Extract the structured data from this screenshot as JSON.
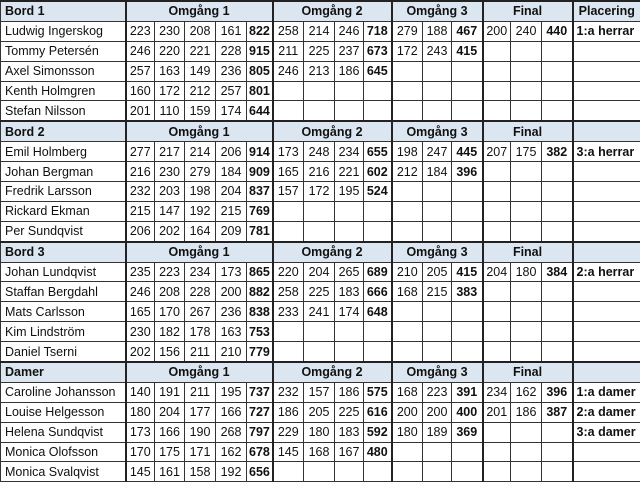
{
  "headers": {
    "round1": "Omgång 1",
    "round2": "Omgång 2",
    "round3": "Omgång 3",
    "final": "Final",
    "placement": "Placering"
  },
  "groups": [
    {
      "title": "Bord 1",
      "show_placement_header": true,
      "players": [
        {
          "name": "Ludwig Ingerskog",
          "r1": [
            "223",
            "230",
            "208",
            "161"
          ],
          "r1_total": "822",
          "r2": [
            "258",
            "214",
            "246"
          ],
          "r2_total": "718",
          "r3": [
            "279",
            "188"
          ],
          "r3_total": "467",
          "final": [
            "200",
            "240"
          ],
          "final_total": "440",
          "placement": "1:a herrar"
        },
        {
          "name": "Tommy Petersén",
          "r1": [
            "246",
            "220",
            "221",
            "228"
          ],
          "r1_total": "915",
          "r2": [
            "211",
            "225",
            "237"
          ],
          "r2_total": "673",
          "r3": [
            "172",
            "243"
          ],
          "r3_total": "415",
          "final": [
            "",
            "",
            ""
          ],
          "final_total": "",
          "placement": ""
        },
        {
          "name": "Axel Simonsson",
          "r1": [
            "257",
            "163",
            "149",
            "236"
          ],
          "r1_total": "805",
          "r2": [
            "246",
            "213",
            "186"
          ],
          "r2_total": "645",
          "r3": [
            "",
            ""
          ],
          "r3_total": "",
          "final": [
            "",
            ""
          ],
          "final_total": "",
          "placement": ""
        },
        {
          "name": "Kenth Holmgren",
          "r1": [
            "160",
            "172",
            "212",
            "257"
          ],
          "r1_total": "801",
          "r2": [
            "",
            "",
            ""
          ],
          "r2_total": "",
          "r3": [
            "",
            ""
          ],
          "r3_total": "",
          "final": [
            "",
            ""
          ],
          "final_total": "",
          "placement": ""
        },
        {
          "name": "Stefan Nilsson",
          "r1": [
            "201",
            "110",
            "159",
            "174"
          ],
          "r1_total": "644",
          "r2": [
            "",
            "",
            ""
          ],
          "r2_total": "",
          "r3": [
            "",
            ""
          ],
          "r3_total": "",
          "final": [
            "",
            ""
          ],
          "final_total": "",
          "placement": ""
        }
      ]
    },
    {
      "title": "Bord 2",
      "show_placement_header": false,
      "players": [
        {
          "name": "Emil Holmberg",
          "r1": [
            "277",
            "217",
            "214",
            "206"
          ],
          "r1_total": "914",
          "r2": [
            "173",
            "248",
            "234"
          ],
          "r2_total": "655",
          "r3": [
            "198",
            "247"
          ],
          "r3_total": "445",
          "final": [
            "207",
            "175"
          ],
          "final_total": "382",
          "placement": "3:a herrar"
        },
        {
          "name": "Johan Bergman",
          "r1": [
            "216",
            "230",
            "279",
            "184"
          ],
          "r1_total": "909",
          "r2": [
            "165",
            "216",
            "221"
          ],
          "r2_total": "602",
          "r3": [
            "212",
            "184"
          ],
          "r3_total": "396",
          "final": [
            "",
            ""
          ],
          "final_total": "",
          "placement": ""
        },
        {
          "name": "Fredrik Larsson",
          "r1": [
            "232",
            "203",
            "198",
            "204"
          ],
          "r1_total": "837",
          "r2": [
            "157",
            "172",
            "195"
          ],
          "r2_total": "524",
          "r3": [
            "",
            ""
          ],
          "r3_total": "",
          "final": [
            "",
            ""
          ],
          "final_total": "",
          "placement": ""
        },
        {
          "name": "Rickard Ekman",
          "r1": [
            "215",
            "147",
            "192",
            "215"
          ],
          "r1_total": "769",
          "r2": [
            "",
            "",
            ""
          ],
          "r2_total": "",
          "r3": [
            "",
            ""
          ],
          "r3_total": "",
          "final": [
            "",
            ""
          ],
          "final_total": "",
          "placement": ""
        },
        {
          "name": "Per Sundqvist",
          "r1": [
            "206",
            "202",
            "164",
            "209"
          ],
          "r1_total": "781",
          "r2": [
            "",
            "",
            ""
          ],
          "r2_total": "",
          "r3": [
            "",
            ""
          ],
          "r3_total": "",
          "final": [
            "",
            ""
          ],
          "final_total": "",
          "placement": ""
        }
      ]
    },
    {
      "title": "Bord 3",
      "show_placement_header": false,
      "players": [
        {
          "name": "Johan Lundqvist",
          "r1": [
            "235",
            "223",
            "234",
            "173"
          ],
          "r1_total": "865",
          "r2": [
            "220",
            "204",
            "265"
          ],
          "r2_total": "689",
          "r3": [
            "210",
            "205"
          ],
          "r3_total": "415",
          "final": [
            "204",
            "180"
          ],
          "final_total": "384",
          "placement": "2:a herrar"
        },
        {
          "name": "Staffan Bergdahl",
          "r1": [
            "246",
            "208",
            "228",
            "200"
          ],
          "r1_total": "882",
          "r2": [
            "258",
            "225",
            "183"
          ],
          "r2_total": "666",
          "r3": [
            "168",
            "215"
          ],
          "r3_total": "383",
          "final": [
            "",
            ""
          ],
          "final_total": "",
          "placement": ""
        },
        {
          "name": "Mats Carlsson",
          "r1": [
            "165",
            "170",
            "267",
            "236"
          ],
          "r1_total": "838",
          "r2": [
            "233",
            "241",
            "174"
          ],
          "r2_total": "648",
          "r3": [
            "",
            ""
          ],
          "r3_total": "",
          "final": [
            "",
            ""
          ],
          "final_total": "",
          "placement": ""
        },
        {
          "name": "Kim Lindström",
          "r1": [
            "230",
            "182",
            "178",
            "163"
          ],
          "r1_total": "753",
          "r2": [
            "",
            "",
            ""
          ],
          "r2_total": "",
          "r3": [
            "",
            ""
          ],
          "r3_total": "",
          "final": [
            "",
            ""
          ],
          "final_total": "",
          "placement": ""
        },
        {
          "name": "Daniel Tserni",
          "r1": [
            "202",
            "156",
            "211",
            "210"
          ],
          "r1_total": "779",
          "r2": [
            "",
            "",
            ""
          ],
          "r2_total": "",
          "r3": [
            "",
            ""
          ],
          "r3_total": "",
          "final": [
            "",
            ""
          ],
          "final_total": "",
          "placement": ""
        }
      ]
    },
    {
      "title": "Damer",
      "show_placement_header": false,
      "players": [
        {
          "name": "Caroline Johansson",
          "r1": [
            "140",
            "191",
            "211",
            "195"
          ],
          "r1_total": "737",
          "r2": [
            "232",
            "157",
            "186"
          ],
          "r2_total": "575",
          "r3": [
            "168",
            "223"
          ],
          "r3_total": "391",
          "final": [
            "234",
            "162"
          ],
          "final_total": "396",
          "placement": "1:a damer"
        },
        {
          "name": "Louise Helgesson",
          "r1": [
            "180",
            "204",
            "177",
            "166"
          ],
          "r1_total": "727",
          "r2": [
            "186",
            "205",
            "225"
          ],
          "r2_total": "616",
          "r3": [
            "200",
            "200"
          ],
          "r3_total": "400",
          "final": [
            "201",
            "186"
          ],
          "final_total": "387",
          "placement": "2:a damer"
        },
        {
          "name": "Helena Sundqvist",
          "r1": [
            "173",
            "166",
            "190",
            "268"
          ],
          "r1_total": "797",
          "r2": [
            "229",
            "180",
            "183"
          ],
          "r2_total": "592",
          "r3": [
            "180",
            "189"
          ],
          "r3_total": "369",
          "final": [
            "",
            ""
          ],
          "final_total": "",
          "placement": "3:a damer"
        },
        {
          "name": "Monica Olofsson",
          "r1": [
            "170",
            "175",
            "171",
            "162"
          ],
          "r1_total": "678",
          "r2": [
            "145",
            "168",
            "167"
          ],
          "r2_total": "480",
          "r3": [
            "",
            ""
          ],
          "r3_total": "",
          "final": [
            "",
            ""
          ],
          "final_total": "",
          "placement": ""
        },
        {
          "name": "Monica Svalqvist",
          "r1": [
            "145",
            "161",
            "158",
            "192"
          ],
          "r1_total": "656",
          "r2": [
            "",
            "",
            ""
          ],
          "r2_total": "",
          "r3": [
            "",
            ""
          ],
          "r3_total": "",
          "final": [
            "",
            ""
          ],
          "final_total": "",
          "placement": ""
        }
      ]
    }
  ]
}
